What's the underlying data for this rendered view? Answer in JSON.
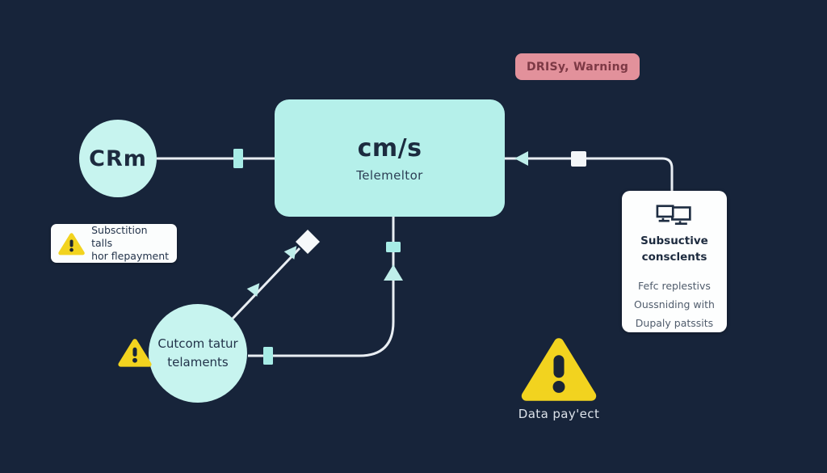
{
  "diagram": {
    "nodes": {
      "crm": {
        "label": "CRm"
      },
      "telemetry": {
        "title": "cm/s",
        "subtitle": "Telemeltor"
      },
      "customer": {
        "line1": "Cutcom tatur",
        "line2": "telaments"
      }
    },
    "badge": {
      "label": "DRISy, Warning"
    },
    "subscription_alert": {
      "line1": "Subsctition talls",
      "line2": "hor flepayment"
    },
    "info_card": {
      "title": "Subsuctive consclents",
      "lines": [
        "Fefc replestivs",
        "Oussniding with",
        "Dupaly patssits"
      ]
    },
    "data_warning": {
      "label": "Data pay'ect"
    },
    "icons": {
      "warning": "warning-triangle-icon",
      "monitors": "dual-monitor-icon",
      "diamond": "diamond-connector",
      "square": "square-connector"
    },
    "colors": {
      "background": "#17243a",
      "node_fill": "#c7f4ef",
      "box_fill": "#b5f0ea",
      "accent_cyan": "#a7ece6",
      "line": "#e9eef3",
      "badge_bg": "#e2919b",
      "badge_text": "#7d3945",
      "warning_yellow": "#f2d31f",
      "card_bg": "#fdfefe",
      "dark_text": "#1c2b3f"
    }
  }
}
